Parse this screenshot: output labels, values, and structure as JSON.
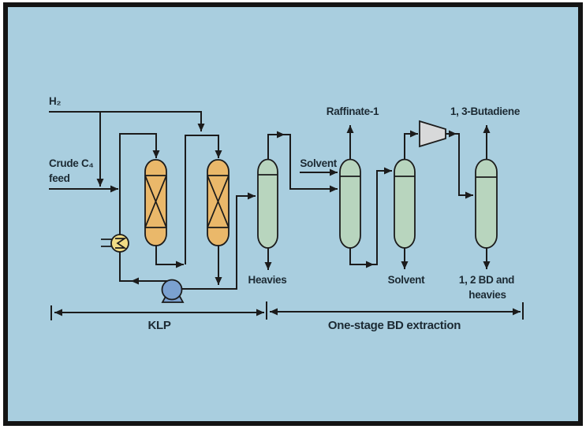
{
  "colors": {
    "background": "#a9cedf",
    "frame": "#141414",
    "line": "#1b1b1b",
    "text": "#1c2a33",
    "reactor_fill": "#eab86a",
    "column_fill": "#b8d5be",
    "exchanger_fill": "#f1dc85",
    "pump_fill": "#7ba1d0",
    "compressor_fill": "#d8d9da"
  },
  "labels": {
    "h2": "H₂",
    "crude_feed_line1": "Crude C₄",
    "crude_feed_line2": "feed",
    "raffinate1": "Raffinate-1",
    "butadiene": "1, 3-Butadiene",
    "solvent_in": "Solvent",
    "heavies": "Heavies",
    "solvent_out": "Solvent",
    "bd_heavies_line1": "1, 2 BD and",
    "bd_heavies_line2": "heavies"
  },
  "sections": {
    "klp": "KLP",
    "bd_extraction": "One-stage BD extraction"
  },
  "equipment_icons": {
    "reactor_1": "packed-bed-reactor-icon",
    "reactor_2": "packed-bed-reactor-icon",
    "column_1": "process-column-icon",
    "column_2": "process-column-icon",
    "column_3": "process-column-icon",
    "column_4": "process-column-icon",
    "heat_exchanger": "heat-exchanger-icon",
    "pump": "pump-icon",
    "compressor": "compressor-icon"
  }
}
